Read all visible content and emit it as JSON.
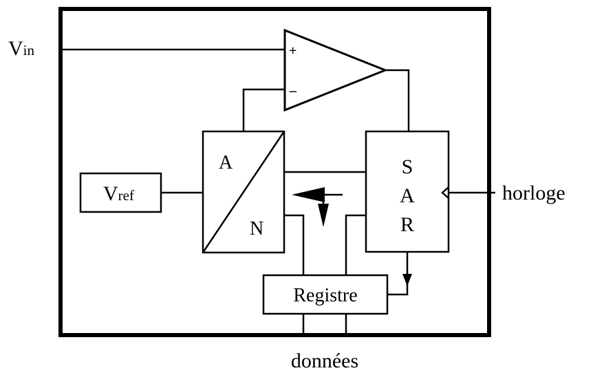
{
  "inputs": {
    "vin_main": "V",
    "vin_sub": "in",
    "clock": "horloge"
  },
  "blocks": {
    "vref_main": "V",
    "vref_sub": "ref",
    "dac_top": "A",
    "dac_bottom": "N",
    "sar_line1": "S",
    "sar_line2": "A",
    "sar_line3": "R",
    "register": "Registre"
  },
  "comparator": {
    "plus": "+",
    "minus": "–"
  },
  "outputs": {
    "data": "données"
  },
  "colors": {
    "line": "#000000",
    "background": "#ffffff"
  }
}
